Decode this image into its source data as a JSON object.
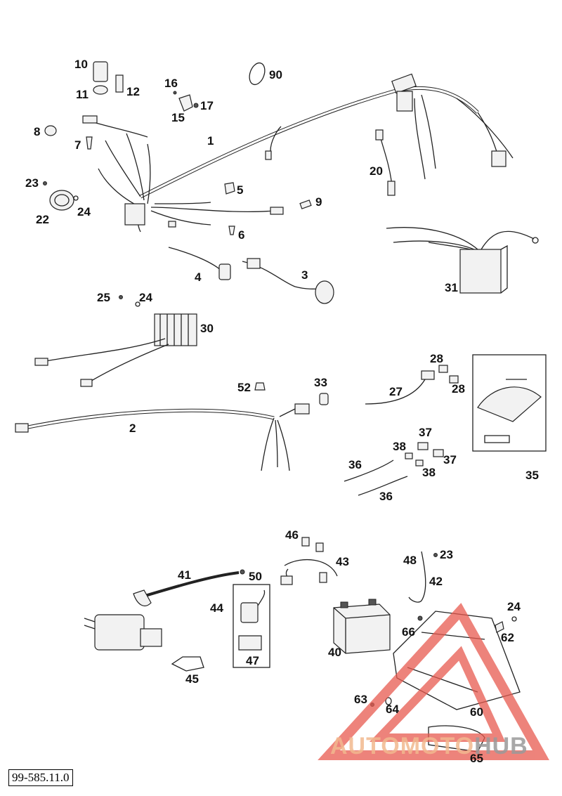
{
  "diagram": {
    "document_number": "99-585.11.0",
    "watermark": {
      "part1": "AUTOMOTO",
      "part2": "HUB",
      "accent_color": "#e85a4f"
    },
    "callouts": [
      {
        "id": "c1",
        "text": "1"
      },
      {
        "id": "c2",
        "text": "2"
      },
      {
        "id": "c3",
        "text": "3"
      },
      {
        "id": "c4",
        "text": "4"
      },
      {
        "id": "c5",
        "text": "5"
      },
      {
        "id": "c6",
        "text": "6"
      },
      {
        "id": "c7",
        "text": "7"
      },
      {
        "id": "c8",
        "text": "8"
      },
      {
        "id": "c9",
        "text": "9"
      },
      {
        "id": "c10",
        "text": "10"
      },
      {
        "id": "c11",
        "text": "11"
      },
      {
        "id": "c12",
        "text": "12"
      },
      {
        "id": "c15",
        "text": "15"
      },
      {
        "id": "c16",
        "text": "16"
      },
      {
        "id": "c17",
        "text": "17"
      },
      {
        "id": "c20",
        "text": "20"
      },
      {
        "id": "c22",
        "text": "22"
      },
      {
        "id": "c23a",
        "text": "23"
      },
      {
        "id": "c24a",
        "text": "24"
      },
      {
        "id": "c24b",
        "text": "24"
      },
      {
        "id": "c25",
        "text": "25"
      },
      {
        "id": "c27",
        "text": "27"
      },
      {
        "id": "c28a",
        "text": "28"
      },
      {
        "id": "c28b",
        "text": "28"
      },
      {
        "id": "c30",
        "text": "30"
      },
      {
        "id": "c31",
        "text": "31"
      },
      {
        "id": "c33",
        "text": "33"
      },
      {
        "id": "c35",
        "text": "35"
      },
      {
        "id": "c36a",
        "text": "36"
      },
      {
        "id": "c36b",
        "text": "36"
      },
      {
        "id": "c37a",
        "text": "37"
      },
      {
        "id": "c37b",
        "text": "37"
      },
      {
        "id": "c38a",
        "text": "38"
      },
      {
        "id": "c38b",
        "text": "38"
      },
      {
        "id": "c40",
        "text": "40"
      },
      {
        "id": "c41",
        "text": "41"
      },
      {
        "id": "c42",
        "text": "42"
      },
      {
        "id": "c43",
        "text": "43"
      },
      {
        "id": "c44",
        "text": "44"
      },
      {
        "id": "c45",
        "text": "45"
      },
      {
        "id": "c46",
        "text": "46"
      },
      {
        "id": "c47",
        "text": "47"
      },
      {
        "id": "c48",
        "text": "48"
      },
      {
        "id": "c50",
        "text": "50"
      },
      {
        "id": "c52",
        "text": "52"
      },
      {
        "id": "c23b",
        "text": "23"
      },
      {
        "id": "c24c",
        "text": "24"
      },
      {
        "id": "c60",
        "text": "60"
      },
      {
        "id": "c62",
        "text": "62"
      },
      {
        "id": "c63",
        "text": "63"
      },
      {
        "id": "c64",
        "text": "64"
      },
      {
        "id": "c65",
        "text": "65"
      },
      {
        "id": "c66",
        "text": "66"
      },
      {
        "id": "c90",
        "text": "90"
      }
    ]
  }
}
